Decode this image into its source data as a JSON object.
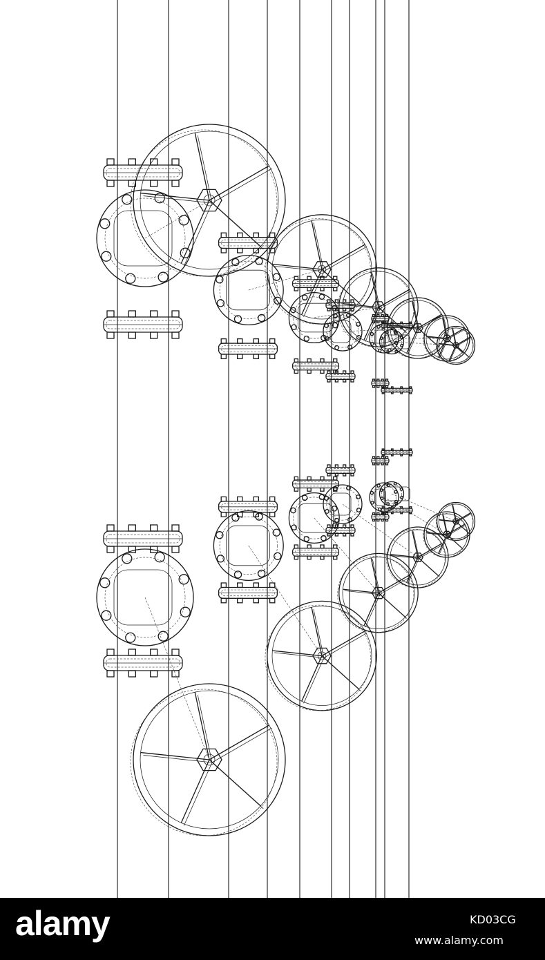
{
  "image": {
    "description_visible": false
  },
  "watermark": {
    "brand": "alamy",
    "image_id": "KD03CG",
    "url": "www.alamy.com"
  },
  "colors": {
    "background": "#ffffff",
    "line": "#1a1a1a",
    "footer_bg": "#000000",
    "footer_text": "#ffffff"
  }
}
